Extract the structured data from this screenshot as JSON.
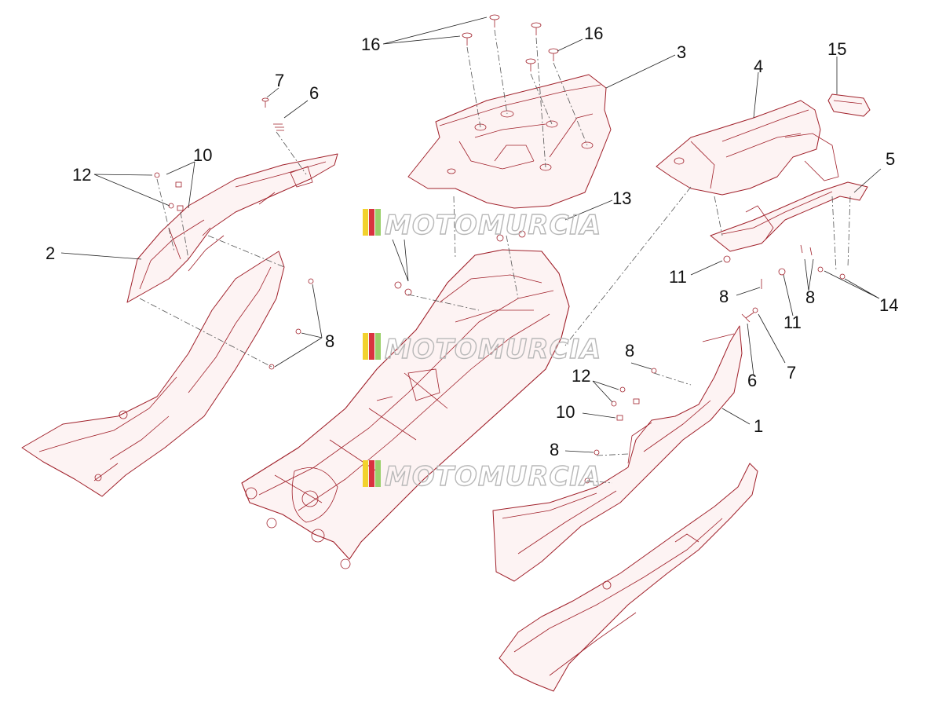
{
  "diagram": {
    "watermark_text": "MOTOMURCIA",
    "colors": {
      "part_line": "#a0202a",
      "part_fill": "#fdf3f3",
      "leader": "#222222",
      "watermark_red": "#d9333f",
      "watermark_yellow": "#f2d22e",
      "watermark_green": "#9ad06a",
      "watermark_text": "#b8b8b8"
    },
    "callouts": [
      {
        "id": "1",
        "text": "1"
      },
      {
        "id": "2",
        "text": "2"
      },
      {
        "id": "3",
        "text": "3"
      },
      {
        "id": "4",
        "text": "4"
      },
      {
        "id": "5",
        "text": "5"
      },
      {
        "id": "6a",
        "text": "6"
      },
      {
        "id": "6b",
        "text": "6"
      },
      {
        "id": "7a",
        "text": "7"
      },
      {
        "id": "7b",
        "text": "7"
      },
      {
        "id": "8a",
        "text": "8"
      },
      {
        "id": "8b",
        "text": "8"
      },
      {
        "id": "8c",
        "text": "8"
      },
      {
        "id": "8d",
        "text": "8"
      },
      {
        "id": "8e",
        "text": "8"
      },
      {
        "id": "10a",
        "text": "10"
      },
      {
        "id": "10b",
        "text": "10"
      },
      {
        "id": "11a",
        "text": "11"
      },
      {
        "id": "11b",
        "text": "11"
      },
      {
        "id": "12a",
        "text": "12"
      },
      {
        "id": "12b",
        "text": "12"
      },
      {
        "id": "13",
        "text": "13"
      },
      {
        "id": "14",
        "text": "14"
      },
      {
        "id": "15",
        "text": "15"
      },
      {
        "id": "16a",
        "text": "16"
      },
      {
        "id": "16b",
        "text": "16"
      }
    ]
  }
}
